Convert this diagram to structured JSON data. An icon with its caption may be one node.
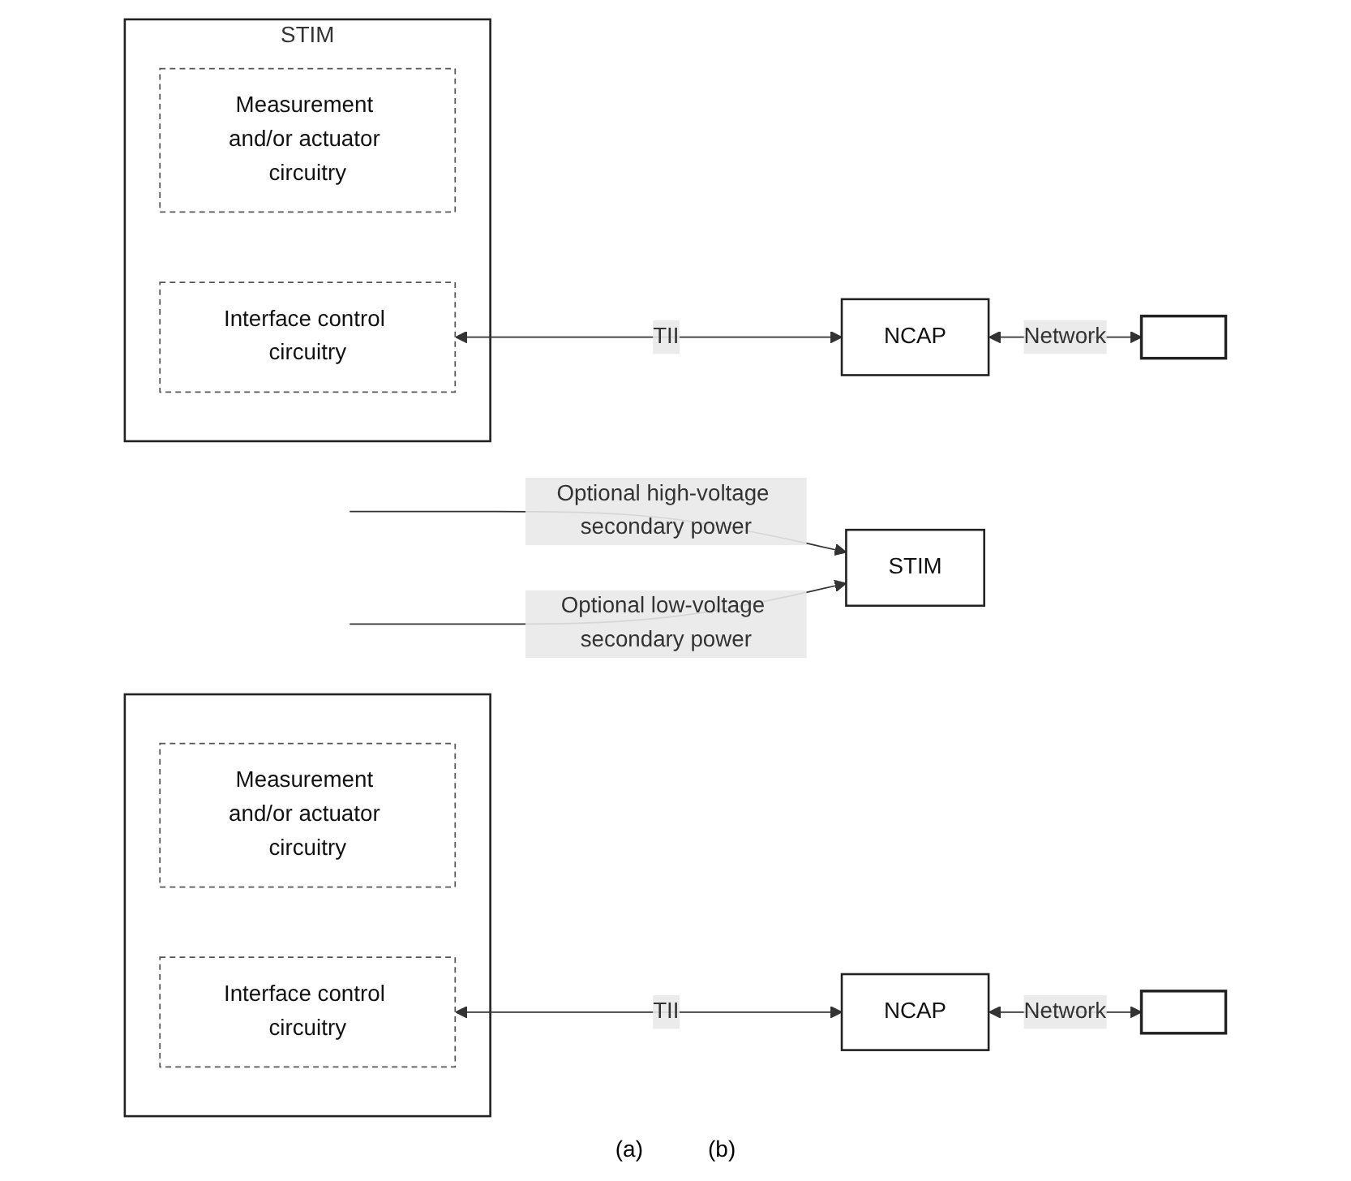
{
  "diagram": {
    "nodes": [
      {
        "text": [
          "STIM"
        ]
      },
      {
        "text": [
          "Measurement and/or actuator circuitry"
        ],
        "in": 0
      },
      {
        "text": [
          "Interface control circuitry"
        ],
        "in": 0
      },
      {
        "text": [
          "NCAP"
        ]
      },
      {
        "text": [],
        "shape": "bar"
      },
      {
        "text": [
          "STIM"
        ]
      },
      {
        "text": [],
        "shape": "box"
      },
      {
        "text": [
          "Measurement and/or actuator circuitry"
        ],
        "in": 6
      },
      {
        "text": [
          "Interface control circuitry"
        ],
        "in": 6
      },
      {
        "text": [
          "NCAP"
        ]
      },
      {
        "text": [],
        "shape": "bar"
      }
    ],
    "edges": [
      {
        "from": 2,
        "to": 3,
        "arrow": "both",
        "label": "TII"
      },
      {
        "from": 3,
        "to": 4,
        "arrow": "both",
        "label": "Network"
      },
      {
        "from": null,
        "to": 5,
        "arrow": "to",
        "label": "Optional high-voltage secondary power"
      },
      {
        "from": null,
        "to": 5,
        "arrow": "to",
        "label": "Optional low-voltage secondary power"
      },
      {
        "from": 8,
        "to": 9,
        "arrow": "both",
        "label": "TII"
      },
      {
        "from": 9,
        "to": 10,
        "arrow": "both",
        "label": "Network"
      }
    ],
    "labels": [
      "(a)",
      "(b)"
    ]
  }
}
